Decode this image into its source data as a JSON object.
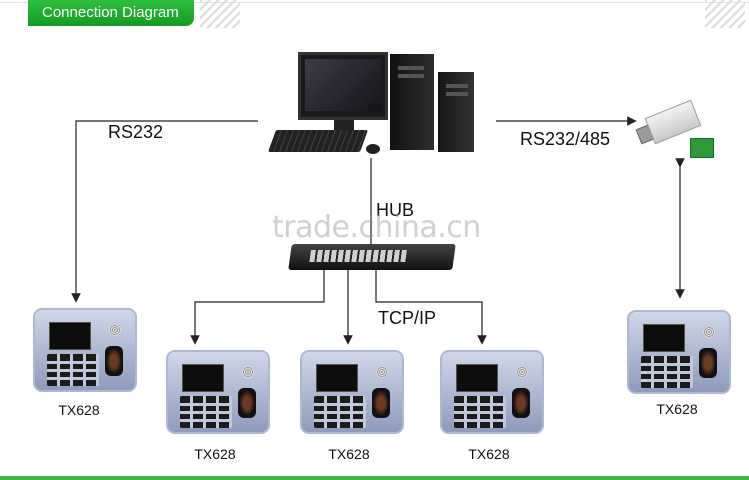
{
  "header": {
    "title": "Connection Diagram"
  },
  "labels": {
    "rs232": "RS232",
    "rs232_485": "RS232/485",
    "hub": "HUB",
    "tcpip": "TCP/IP",
    "watermark": "trade.china.cn"
  },
  "devices": [
    {
      "name": "TX628"
    },
    {
      "name": "TX628"
    },
    {
      "name": "TX628"
    },
    {
      "name": "TX628"
    },
    {
      "name": "TX628"
    }
  ],
  "colors": {
    "accent": "#1aa82a",
    "line": "#222222"
  }
}
